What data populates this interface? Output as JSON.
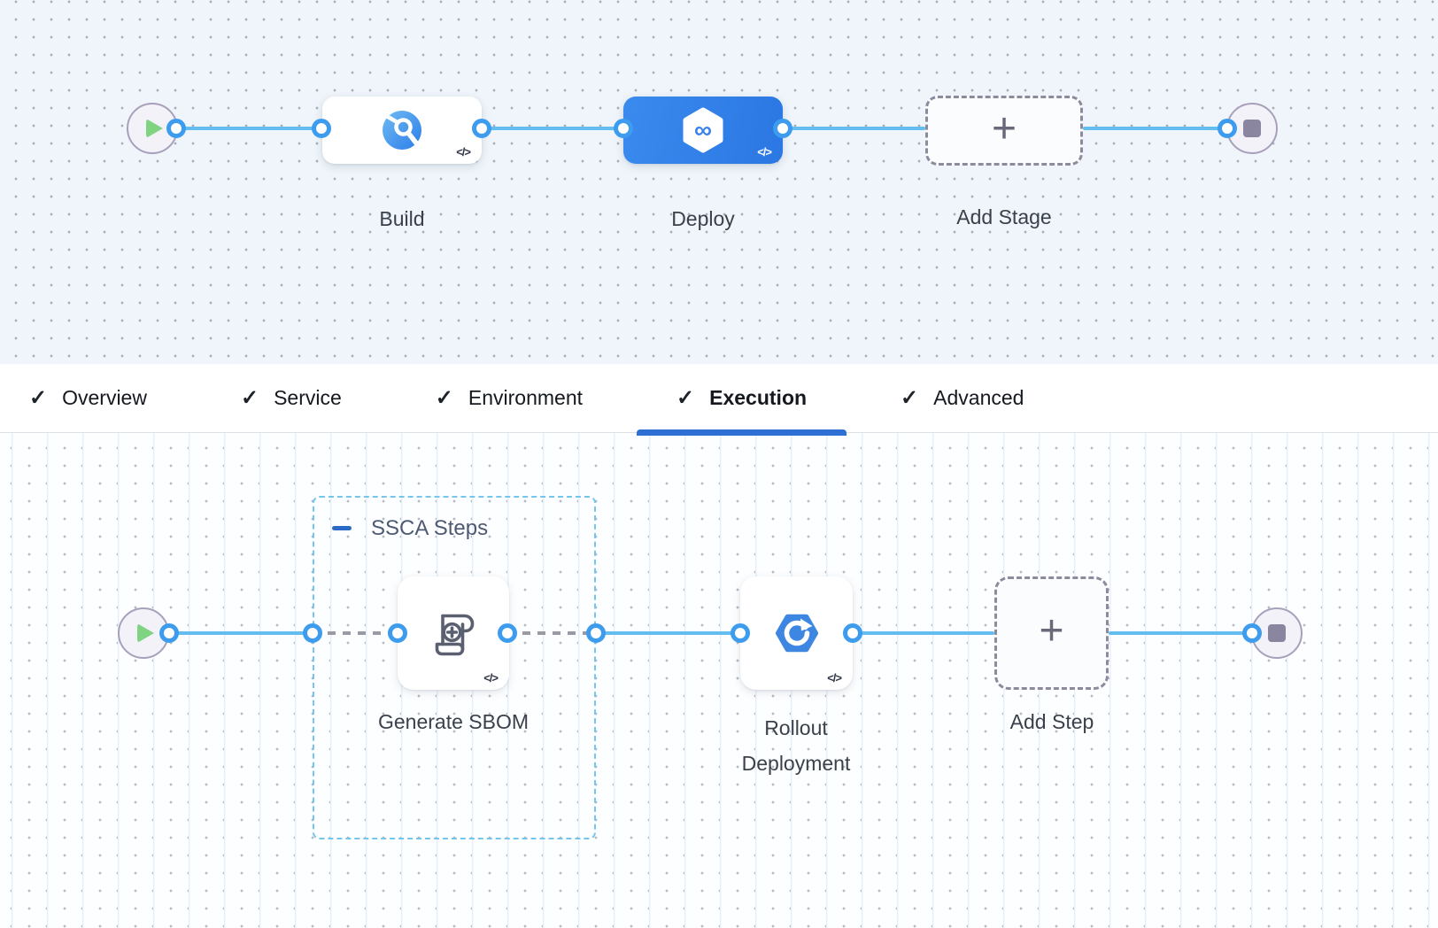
{
  "ui": {
    "code_badge": "</>",
    "plus_glyph": "+",
    "check_glyph": "✓",
    "infinity_glyph": "∞"
  },
  "colors": {
    "selected_stage_blue": "#2f80e8",
    "tab_underline_blue": "#2e6fd4",
    "connector_blue": "#63bdee",
    "connector_point_blue": "#3d9ced",
    "play_green": "#7fd381",
    "group_border_blue": "#75c6ef"
  },
  "stage_pipeline": {
    "start_icon": "play-icon",
    "end_icon": "stop-icon",
    "stages": [
      {
        "label": "Build",
        "icon": "ci-build-icon",
        "selected": false,
        "code_badge": "</>"
      },
      {
        "label": "Deploy",
        "icon": "cd-deploy-icon",
        "selected": true,
        "code_badge": "</>"
      },
      {
        "label": "Add Stage",
        "icon": "plus-icon",
        "selected": false
      }
    ]
  },
  "tab_bar": {
    "tabs": [
      {
        "label": "Overview",
        "checked": true,
        "active": false
      },
      {
        "label": "Service",
        "checked": true,
        "active": false
      },
      {
        "label": "Environment",
        "checked": true,
        "active": false
      },
      {
        "label": "Execution",
        "checked": true,
        "active": true
      },
      {
        "label": "Advanced",
        "checked": true,
        "active": false
      }
    ]
  },
  "execution_pipeline": {
    "group": {
      "label": "SSCA Steps",
      "collapsed": false
    },
    "steps": [
      {
        "label": "Generate SBOM",
        "icon": "sbom-scroll-icon",
        "in_group": true,
        "code_badge": "</>"
      },
      {
        "label": "Rollout Deployment",
        "icon": "rollout-deployment-icon",
        "in_group": false,
        "code_badge": "</>"
      },
      {
        "label": "Add Step",
        "icon": "plus-icon",
        "in_group": false
      }
    ]
  }
}
